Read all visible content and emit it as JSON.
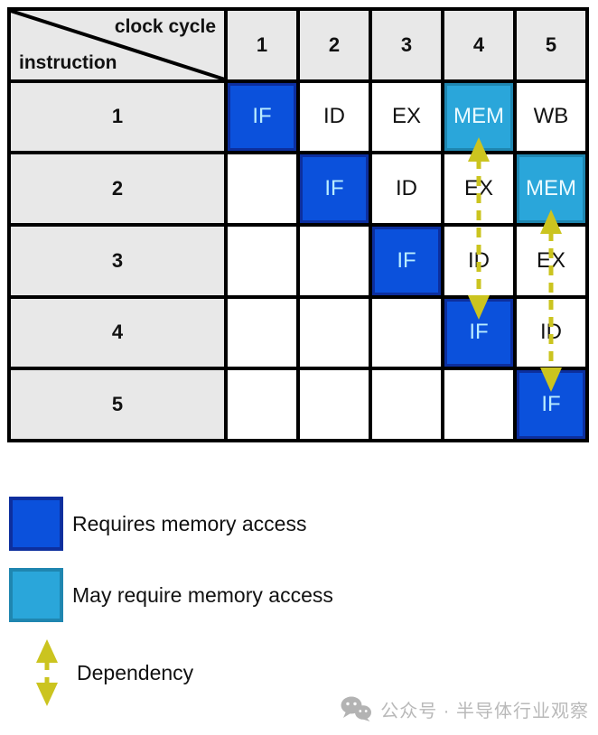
{
  "table": {
    "corner": {
      "top_label": "clock cycle",
      "bottom_label": "instruction"
    },
    "columns": [
      "1",
      "2",
      "3",
      "4",
      "5"
    ],
    "rows": [
      {
        "label": "1",
        "cells": [
          {
            "text": "IF",
            "type": "requires"
          },
          {
            "text": "ID",
            "type": "plain"
          },
          {
            "text": "EX",
            "type": "plain"
          },
          {
            "text": "MEM",
            "type": "may"
          },
          {
            "text": "WB",
            "type": "plain"
          }
        ]
      },
      {
        "label": "2",
        "cells": [
          {
            "text": "",
            "type": "empty"
          },
          {
            "text": "IF",
            "type": "requires"
          },
          {
            "text": "ID",
            "type": "plain"
          },
          {
            "text": "EX",
            "type": "plain"
          },
          {
            "text": "MEM",
            "type": "may"
          }
        ]
      },
      {
        "label": "3",
        "cells": [
          {
            "text": "",
            "type": "empty"
          },
          {
            "text": "",
            "type": "empty"
          },
          {
            "text": "IF",
            "type": "requires"
          },
          {
            "text": "ID",
            "type": "plain"
          },
          {
            "text": "EX",
            "type": "plain"
          }
        ]
      },
      {
        "label": "4",
        "cells": [
          {
            "text": "",
            "type": "empty"
          },
          {
            "text": "",
            "type": "empty"
          },
          {
            "text": "",
            "type": "empty"
          },
          {
            "text": "IF",
            "type": "requires"
          },
          {
            "text": "ID",
            "type": "plain"
          }
        ]
      },
      {
        "label": "5",
        "cells": [
          {
            "text": "",
            "type": "empty"
          },
          {
            "text": "",
            "type": "empty"
          },
          {
            "text": "",
            "type": "empty"
          },
          {
            "text": "",
            "type": "empty"
          },
          {
            "text": "IF",
            "type": "requires"
          }
        ]
      }
    ]
  },
  "dependencies": [
    {
      "from": "instruction 1 MEM (cycle 4)",
      "to": "instruction 4 IF (cycle 4)"
    },
    {
      "from": "instruction 2 MEM (cycle 5)",
      "to": "instruction 5 IF (cycle 5)"
    }
  ],
  "legend": {
    "items": [
      {
        "swatch": "requires-memory-swatch",
        "label": "Requires memory access"
      },
      {
        "swatch": "may-require-memory-swatch",
        "label": "May require memory access"
      },
      {
        "swatch": "dependency-arrow",
        "label": "Dependency"
      }
    ]
  },
  "colors": {
    "requires_fill": "#0b51dc",
    "requires_border": "#0d2f9e",
    "requires_text": "#b9ecff",
    "may_fill": "#2aa6da",
    "may_border": "#1f86b0",
    "may_text": "#eafaff",
    "header_bg": "#e8e8e8",
    "grid_border": "#000000",
    "dependency_arrow": "#cbc41f",
    "watermark_gray": "#b9b9b9"
  },
  "watermark": {
    "icon": "wechat-icon",
    "text": "公众号 · 半导体行业观察"
  }
}
